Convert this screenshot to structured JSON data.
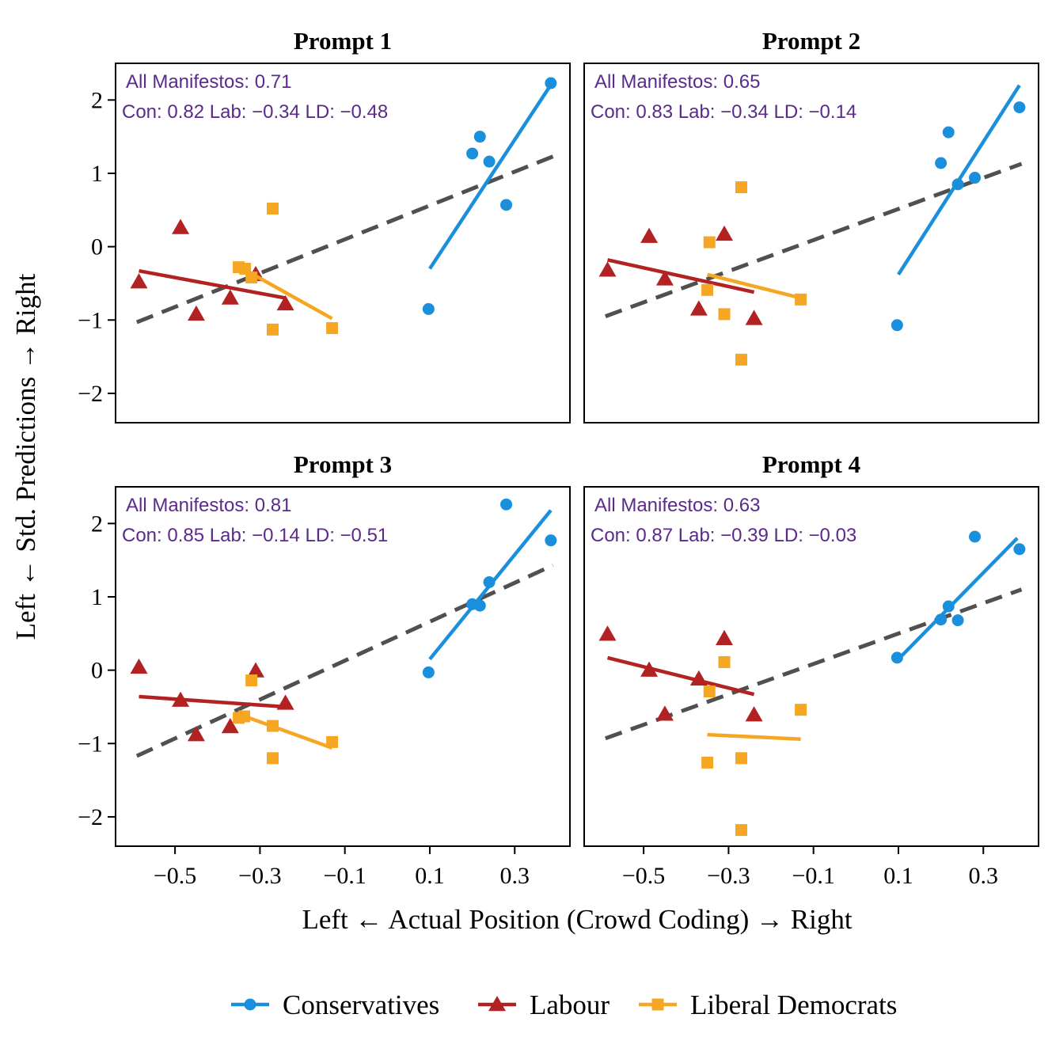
{
  "colors": {
    "Conservatives": "#1a8fdc",
    "Labour": "#b22222",
    "Liberal Democrats": "#f5a623",
    "overall": "#505050",
    "annotation": "#5b2a8c"
  },
  "chart_data": {
    "type": "scatter",
    "xlabel": "Left ← Actual Position (Crowd Coding) → Right",
    "ylabel": "Left ← Std. Predictions → Right",
    "xlim": [
      -0.64,
      0.43
    ],
    "ylim": [
      -2.4,
      2.5
    ],
    "xticks": [
      -0.5,
      -0.3,
      -0.1,
      0.1,
      0.3
    ],
    "xtick_labels": [
      "−0.5",
      "−0.3",
      "−0.1",
      "0.1",
      "0.3"
    ],
    "yticks": [
      2,
      1,
      0,
      -1,
      -2
    ],
    "ytick_labels": [
      "2",
      "1",
      "0",
      "−1",
      "−2"
    ],
    "legend": {
      "position": "bottom",
      "entries": [
        {
          "label": "Conservatives",
          "marker": "circle"
        },
        {
          "label": "Labour",
          "marker": "triangle"
        },
        {
          "label": "Liberal Democrats",
          "marker": "square"
        }
      ]
    },
    "panels": [
      {
        "title": "Prompt 1",
        "annotation_line1": "All Manifestos: 0.71",
        "annotation_line2": "Con: 0.82 Lab: −0.34 LD: −0.48",
        "overall_fit": [
          [
            -0.59,
            -1.03
          ],
          [
            0.39,
            1.23
          ]
        ],
        "series": [
          {
            "name": "Conservatives",
            "points": [
              [
                0.097,
                -0.85
              ],
              [
                0.2,
                1.27
              ],
              [
                0.218,
                1.5
              ],
              [
                0.24,
                1.16
              ],
              [
                0.28,
                0.57
              ],
              [
                0.385,
                2.23
              ]
            ],
            "fit": [
              [
                0.1,
                -0.3
              ],
              [
                0.39,
                2.25
              ]
            ]
          },
          {
            "name": "Labour",
            "points": [
              [
                -0.585,
                -0.48
              ],
              [
                -0.487,
                0.26
              ],
              [
                -0.45,
                -0.92
              ],
              [
                -0.37,
                -0.7
              ],
              [
                -0.31,
                -0.38
              ],
              [
                -0.24,
                -0.78
              ]
            ],
            "fit": [
              [
                -0.585,
                -0.33
              ],
              [
                -0.24,
                -0.7
              ]
            ]
          },
          {
            "name": "Liberal Democrats",
            "points": [
              [
                -0.35,
                -0.28
              ],
              [
                -0.335,
                -0.3
              ],
              [
                -0.32,
                -0.42
              ],
              [
                -0.27,
                0.52
              ],
              [
                -0.27,
                -1.13
              ],
              [
                -0.13,
                -1.11
              ]
            ],
            "fit": [
              [
                -0.35,
                -0.27
              ],
              [
                -0.13,
                -0.98
              ]
            ]
          }
        ]
      },
      {
        "title": "Prompt 2",
        "annotation_line1": "All Manifestos: 0.65",
        "annotation_line2": "Con: 0.83 Lab: −0.34 LD: −0.14",
        "overall_fit": [
          [
            -0.59,
            -0.95
          ],
          [
            0.39,
            1.13
          ]
        ],
        "series": [
          {
            "name": "Conservatives",
            "points": [
              [
                0.097,
                -1.07
              ],
              [
                0.2,
                1.14
              ],
              [
                0.218,
                1.56
              ],
              [
                0.24,
                0.85
              ],
              [
                0.28,
                0.94
              ],
              [
                0.385,
                1.9
              ]
            ],
            "fit": [
              [
                0.1,
                -0.38
              ],
              [
                0.385,
                2.2
              ]
            ]
          },
          {
            "name": "Labour",
            "points": [
              [
                -0.585,
                -0.32
              ],
              [
                -0.487,
                0.14
              ],
              [
                -0.45,
                -0.44
              ],
              [
                -0.37,
                -0.85
              ],
              [
                -0.31,
                0.17
              ],
              [
                -0.24,
                -0.98
              ]
            ],
            "fit": [
              [
                -0.585,
                -0.18
              ],
              [
                -0.24,
                -0.62
              ]
            ]
          },
          {
            "name": "Liberal Democrats",
            "points": [
              [
                -0.35,
                -0.59
              ],
              [
                -0.345,
                0.06
              ],
              [
                -0.31,
                -0.92
              ],
              [
                -0.27,
                0.81
              ],
              [
                -0.27,
                -1.54
              ],
              [
                -0.13,
                -0.72
              ]
            ],
            "fit": [
              [
                -0.35,
                -0.38
              ],
              [
                -0.13,
                -0.7
              ]
            ]
          }
        ]
      },
      {
        "title": "Prompt 3",
        "annotation_line1": "All Manifestos: 0.81",
        "annotation_line2": "Con: 0.85 Lab: −0.14 LD: −0.51",
        "overall_fit": [
          [
            -0.59,
            -1.17
          ],
          [
            0.39,
            1.43
          ]
        ],
        "series": [
          {
            "name": "Conservatives",
            "points": [
              [
                0.097,
                -0.03
              ],
              [
                0.2,
                0.9
              ],
              [
                0.218,
                0.88
              ],
              [
                0.24,
                1.2
              ],
              [
                0.28,
                2.26
              ],
              [
                0.385,
                1.77
              ]
            ],
            "fit": [
              [
                0.1,
                0.15
              ],
              [
                0.385,
                2.18
              ]
            ]
          },
          {
            "name": "Labour",
            "points": [
              [
                -0.585,
                0.04
              ],
              [
                -0.487,
                -0.41
              ],
              [
                -0.45,
                -0.88
              ],
              [
                -0.37,
                -0.77
              ],
              [
                -0.31,
                -0.01
              ],
              [
                -0.24,
                -0.45
              ]
            ],
            "fit": [
              [
                -0.585,
                -0.36
              ],
              [
                -0.24,
                -0.5
              ]
            ]
          },
          {
            "name": "Liberal Democrats",
            "points": [
              [
                -0.35,
                -0.65
              ],
              [
                -0.337,
                -0.63
              ],
              [
                -0.32,
                -0.14
              ],
              [
                -0.27,
                -0.76
              ],
              [
                -0.27,
                -1.2
              ],
              [
                -0.13,
                -0.98
              ]
            ],
            "fit": [
              [
                -0.35,
                -0.6
              ],
              [
                -0.13,
                -1.06
              ]
            ]
          }
        ]
      },
      {
        "title": "Prompt 4",
        "annotation_line1": "All Manifestos: 0.63",
        "annotation_line2": "Con: 0.87 Lab: −0.39 LD: −0.03",
        "overall_fit": [
          [
            -0.59,
            -0.93
          ],
          [
            0.39,
            1.1
          ]
        ],
        "series": [
          {
            "name": "Conservatives",
            "points": [
              [
                0.097,
                0.17
              ],
              [
                0.2,
                0.69
              ],
              [
                0.218,
                0.87
              ],
              [
                0.24,
                0.68
              ],
              [
                0.28,
                1.82
              ],
              [
                0.385,
                1.65
              ]
            ],
            "fit": [
              [
                0.1,
                0.15
              ],
              [
                0.38,
                1.8
              ]
            ]
          },
          {
            "name": "Labour",
            "points": [
              [
                -0.585,
                0.49
              ],
              [
                -0.487,
                0.0
              ],
              [
                -0.45,
                -0.6
              ],
              [
                -0.37,
                -0.12
              ],
              [
                -0.31,
                0.43
              ],
              [
                -0.24,
                -0.61
              ]
            ],
            "fit": [
              [
                -0.585,
                0.17
              ],
              [
                -0.24,
                -0.33
              ]
            ]
          },
          {
            "name": "Liberal Democrats",
            "points": [
              [
                -0.35,
                -1.26
              ],
              [
                -0.345,
                -0.29
              ],
              [
                -0.31,
                0.11
              ],
              [
                -0.27,
                -1.2
              ],
              [
                -0.27,
                -2.18
              ],
              [
                -0.13,
                -0.54
              ]
            ],
            "fit": [
              [
                -0.35,
                -0.88
              ],
              [
                -0.13,
                -0.94
              ]
            ]
          }
        ]
      }
    ]
  }
}
